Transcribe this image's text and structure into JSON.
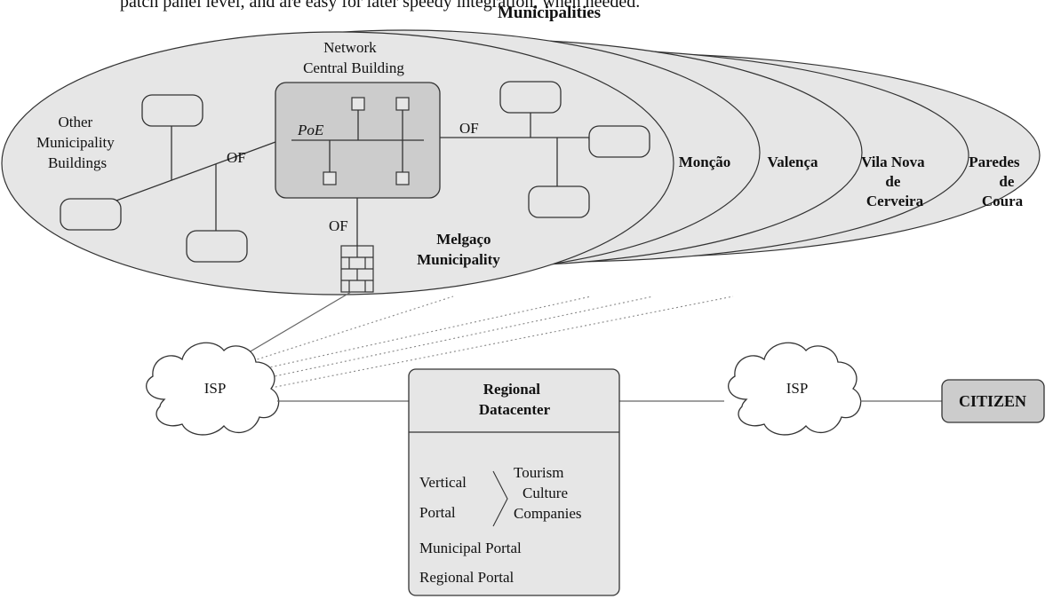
{
  "top_caption": "patch panel level, and are easy for later speedy integration, when needed.",
  "heading": "Municipalities",
  "network_central_building": [
    "Network",
    "Central  Building"
  ],
  "poe": "PoE",
  "of_label": "OF",
  "other_buildings": [
    "Other",
    "Municipality",
    "Buildings"
  ],
  "melgaco": [
    "Melgaço",
    "Municipality"
  ],
  "municipalities": {
    "moncao": [
      "Monção"
    ],
    "valenca": [
      "Valença"
    ],
    "vila_nova": [
      "Vila Nova",
      "de",
      "Cerveira"
    ],
    "paredes": [
      "Paredes",
      "de",
      "Coura"
    ]
  },
  "isp": "ISP",
  "regional_datacenter": [
    "Regional",
    "Datacenter"
  ],
  "vertical_portal": [
    "Vertical",
    "Portal"
  ],
  "vertical_items": [
    "Tourism",
    "Culture",
    "Companies"
  ],
  "municipal_portal": "Municipal Portal",
  "regional_portal": "Regional Portal",
  "citizen": "CITIZEN",
  "colors": {
    "fill_light": "#e6e6e6",
    "fill_dark": "#cccccc",
    "stroke": "#333333"
  }
}
